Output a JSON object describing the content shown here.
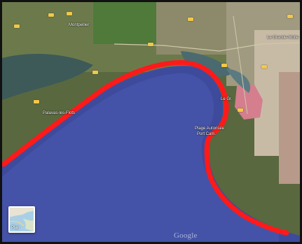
{
  "map": {
    "type": "satellite",
    "coast_highlight_color": "#ff1a1a",
    "water_color": "#3e4b9c",
    "attribution": "Google",
    "map_type_label": "Plan",
    "place_labels": {
      "town_west": "Palavas-les-Flots",
      "town_east_1": "Plage Autorisée",
      "town_east_2": "Port Cam.",
      "town_north_east": "Le Gr.",
      "town_north_left": "Montpellier",
      "town_north_right": "La Grande-Motte"
    }
  }
}
